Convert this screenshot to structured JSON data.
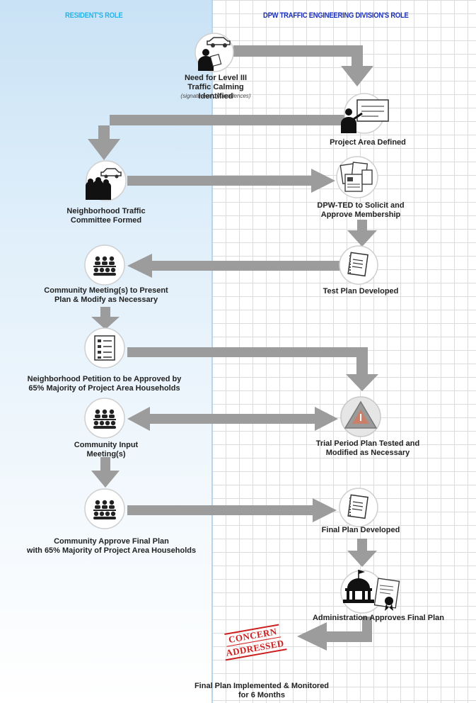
{
  "header": {
    "resident_role": "RESIDENT'S ROLE",
    "dpw_role": "DPW TRAFFIC ENGINEERING DIVISION'S ROLE"
  },
  "steps": {
    "need": {
      "line1": "Need for Level III",
      "line2": "Traffic Calming Identified",
      "note": "(signature of 10 residences)",
      "icon": "person-with-car-icon"
    },
    "project_area": {
      "label": "Project Area Defined",
      "icon": "presenter-board-icon"
    },
    "committee": {
      "line1": "Neighborhood Traffic",
      "line2": "Committee Formed",
      "icon": "people-with-car-icon"
    },
    "solicit": {
      "line1": "DPW-TED to Solicit and",
      "line2": "Approve Membership",
      "icon": "documents-icon"
    },
    "test_plan": {
      "label": "Test Plan Developed",
      "icon": "document-icon"
    },
    "community_meeting": {
      "line1": "Community Meeting(s) to Present",
      "line2": "Plan & Modify as Necessary",
      "icon": "meeting-group-icon"
    },
    "petition": {
      "line1": "Neighborhood Petition to be Approved by",
      "line2": "65% Majority of Project Area Households",
      "icon": "checklist-icon"
    },
    "input_meeting": {
      "line1": "Community Input",
      "line2": "Meeting(s)",
      "icon": "meeting-group-icon"
    },
    "trial": {
      "line1": "Trial Period Plan Tested and",
      "line2": "Modified as Necessary",
      "icon": "warning-sign-icon"
    },
    "approve_final": {
      "line1": "Community Approve Final Plan",
      "line2": "with 65% Majority of Project Area Households",
      "icon": "meeting-group-icon"
    },
    "final_plan": {
      "label": "Final Plan Developed",
      "icon": "document-icon"
    },
    "admin": {
      "label": "Administration Approves Final Plan",
      "icon": "government-building-certificate-icon"
    },
    "implemented": {
      "line1": "Final Plan Implemented & Monitored",
      "line2": "for 6 Months"
    }
  },
  "stamp": {
    "line1": "CONCERN",
    "line2": "ADDRESSED"
  },
  "colors": {
    "arrow": "#9c9c9c",
    "header_left": "#23b6ea",
    "header_right": "#1a2fb8",
    "stamp": "#cc1f1f"
  }
}
